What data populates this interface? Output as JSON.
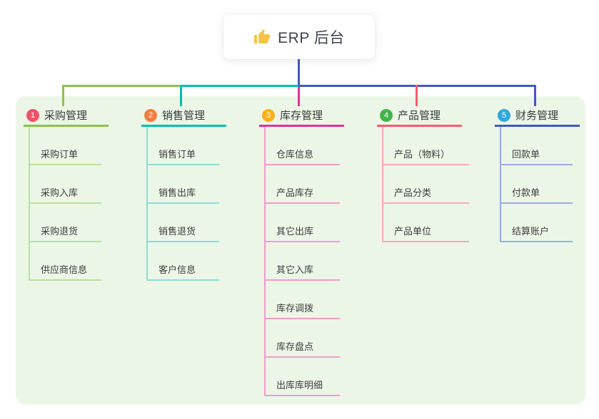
{
  "root": {
    "label": "ERP 后台",
    "icon": "thumbs-up-icon",
    "icon_color": "#F6C445",
    "connector_color": "#4159BF"
  },
  "panel": {
    "bg_color": "#EBF6E7"
  },
  "branches": [
    {
      "number": "1",
      "label": "采购管理",
      "badge_color": "#EF5268",
      "line_color": "#8CC152",
      "child_line_color": "#BCDF97",
      "children": [
        "采购订单",
        "采购入库",
        "采购退货",
        "供应商信息"
      ]
    },
    {
      "number": "2",
      "label": "销售管理",
      "badge_color": "#F57D3D",
      "line_color": "#00BFB0",
      "child_line_color": "#8ADFD6",
      "children": [
        "销售订单",
        "销售出库",
        "销售退货",
        "客户信息"
      ]
    },
    {
      "number": "3",
      "label": "库存管理",
      "badge_color": "#FBAF1C",
      "line_color": "#DC3497",
      "child_line_color": "#F29BCB",
      "children": [
        "仓库信息",
        "产品库存",
        "其它出库",
        "其它入库",
        "库存调拨",
        "库存盘点",
        "出库库明细"
      ]
    },
    {
      "number": "4",
      "label": "产品管理",
      "badge_color": "#44B549",
      "line_color": "#F65A6D",
      "child_line_color": "#FBAAB4",
      "children": [
        "产品（物料）",
        "产品分类",
        "产品单位"
      ]
    },
    {
      "number": "5",
      "label": "财务管理",
      "badge_color": "#30A8DF",
      "line_color": "#4159BF",
      "child_line_color": "#9BABE2",
      "children": [
        "回款单",
        "付款单",
        "结算账户"
      ]
    }
  ]
}
